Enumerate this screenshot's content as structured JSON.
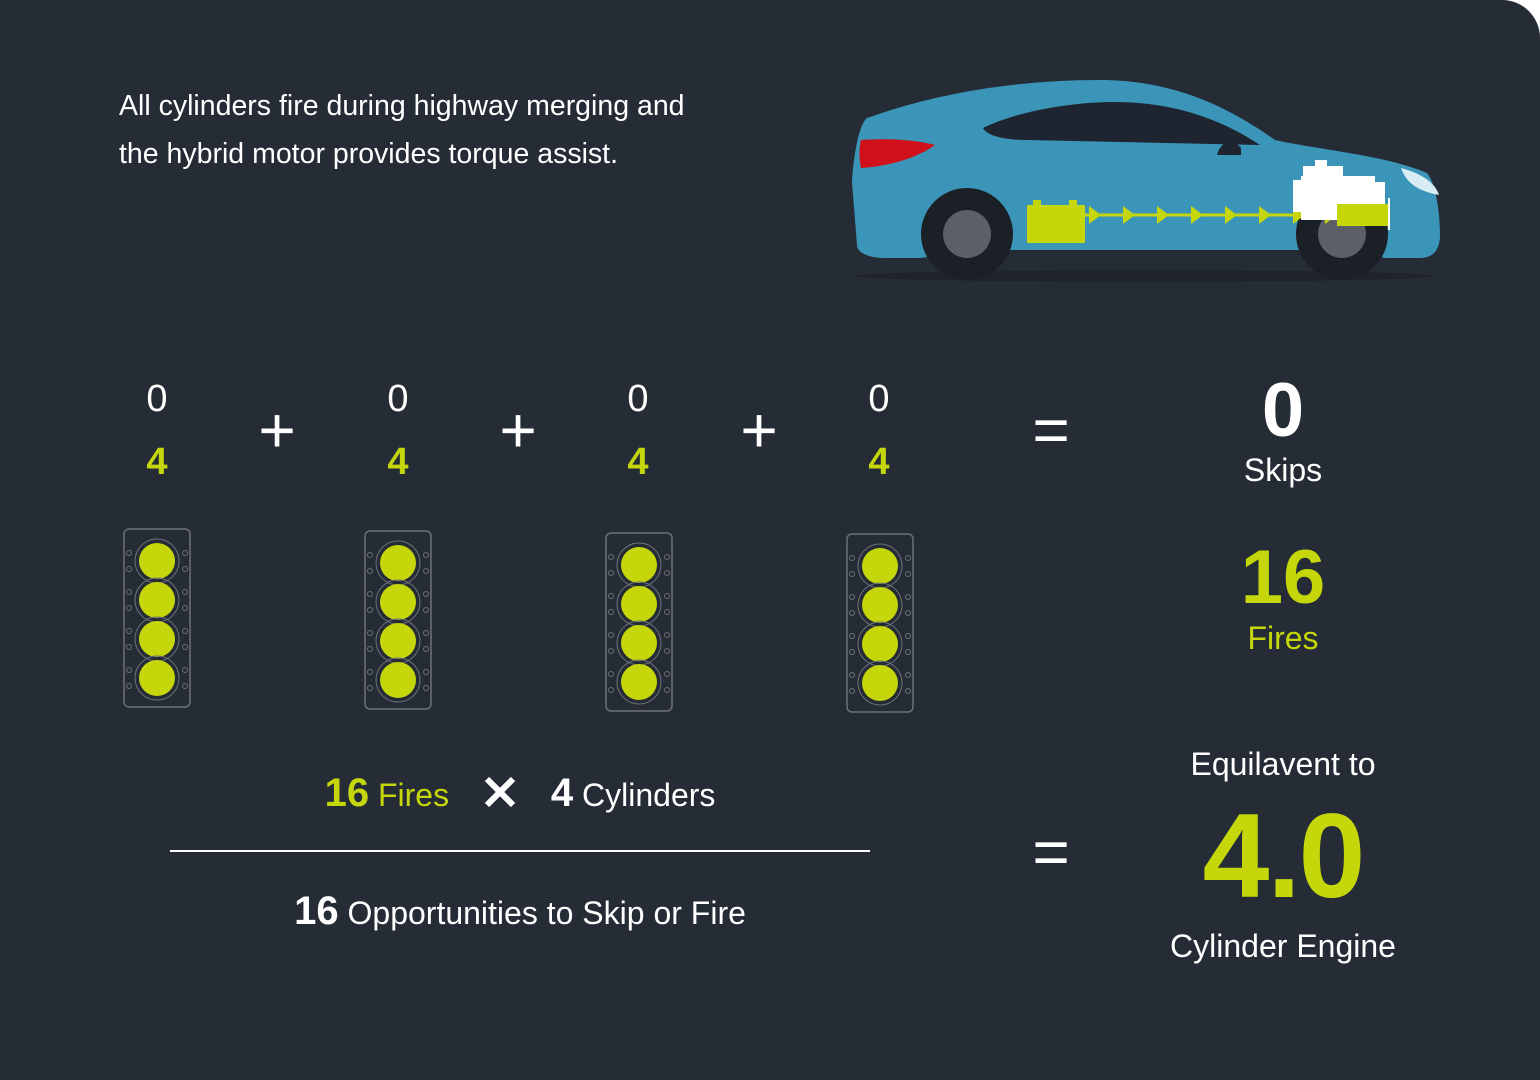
{
  "intro": {
    "line1": "All cylinders fire during highway merging and",
    "line2": "the hybrid motor provides torque assist."
  },
  "colors": {
    "background": "#262c36",
    "accent": "#c5d70a",
    "car_body": "#3a95b8",
    "tail_light": "#d0101a",
    "text": "#ffffff"
  },
  "car": {
    "icons": [
      "car-icon",
      "battery-icon",
      "engine-icon",
      "arrow-icon"
    ]
  },
  "groups": [
    {
      "skips": "0",
      "fires": "4",
      "cylinders_fired": 4
    },
    {
      "skips": "0",
      "fires": "4",
      "cylinders_fired": 4
    },
    {
      "skips": "0",
      "fires": "4",
      "cylinders_fired": 4
    },
    {
      "skips": "0",
      "fires": "4",
      "cylinders_fired": 4
    }
  ],
  "operators": {
    "plus": "+",
    "equals": "="
  },
  "totals": {
    "skips_value": "0",
    "skips_label": "Skips",
    "fires_value": "16",
    "fires_label": "Fires"
  },
  "formula": {
    "fires_value": "16",
    "fires_label": "Fires",
    "cylinders_value": "4",
    "cylinders_label": "Cylinders",
    "opportunities_value": "16",
    "opportunities_label": "Opportunities to Skip or Fire"
  },
  "result": {
    "label": "Equilavent to",
    "value": "4.0",
    "unit": "Cylinder Engine"
  }
}
